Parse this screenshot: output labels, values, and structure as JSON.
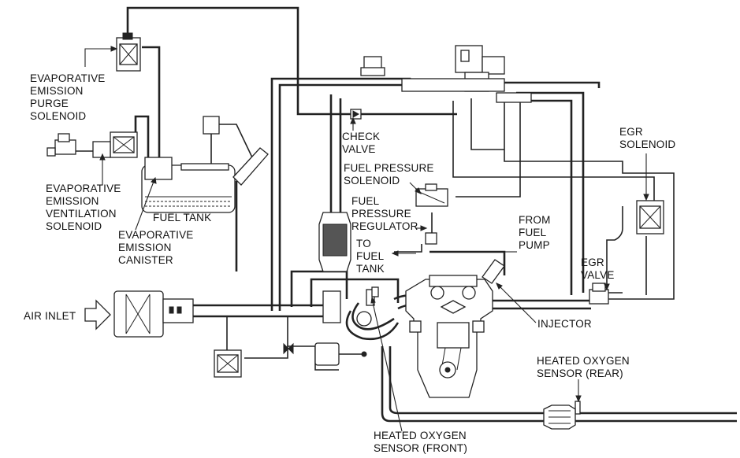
{
  "labels": {
    "purge_solenoid": [
      "EVAPORATIVE",
      "EMISSION",
      "PURGE",
      "SOLENOID"
    ],
    "ventilation_solenoid": [
      "EVAPORATIVE",
      "EMISSION",
      "VENTILATION",
      "SOLENOID"
    ],
    "fuel_tank": "FUEL TANK",
    "canister": [
      "EVAPORATIVE",
      "EMISSION",
      "CANISTER"
    ],
    "check_valve": [
      "CHECK",
      "VALVE"
    ],
    "fuel_pressure_solenoid": [
      "FUEL PRESSURE",
      "SOLENOID"
    ],
    "fuel_pressure_regulator": [
      "FUEL",
      "PRESSURE",
      "REGULATOR"
    ],
    "from_fuel_pump": [
      "FROM",
      "FUEL",
      "PUMP"
    ],
    "to_fuel_tank": [
      "TO",
      "FUEL",
      "TANK"
    ],
    "egr_solenoid": [
      "EGR",
      "SOLENOID"
    ],
    "egr_valve": [
      "EGR",
      "VALVE"
    ],
    "air_inlet": "AIR INLET",
    "injector": "INJECTOR",
    "heated_oxygen_rear": [
      "HEATED OXYGEN",
      "SENSOR (REAR)"
    ],
    "heated_oxygen_front": [
      "HEATED OXYGEN",
      "SENSOR (FRONT)"
    ]
  }
}
